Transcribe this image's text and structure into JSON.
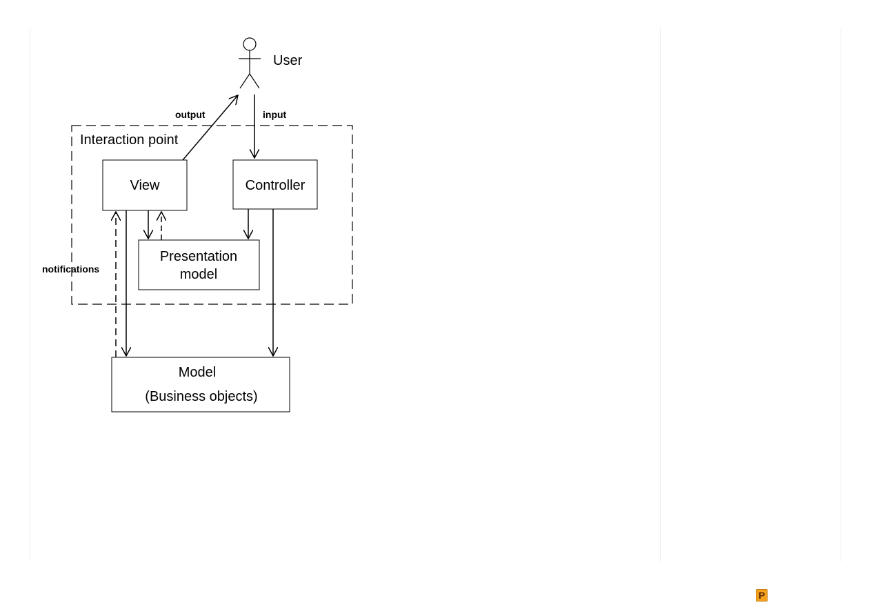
{
  "diagram": {
    "actor": "User",
    "labels": {
      "output": "output",
      "input": "input",
      "notifications": "notifications"
    },
    "group": "Interaction point",
    "boxes": {
      "view": "View",
      "controller": "Controller",
      "presentation_line1": "Presentation",
      "presentation_line2": "model",
      "model_line1": "Model",
      "model_line2": "(Business objects)"
    }
  },
  "footer": {
    "logo_icon": "p-badge-icon",
    "logo_color": "#f4a21c",
    "logo_letter": "P"
  }
}
